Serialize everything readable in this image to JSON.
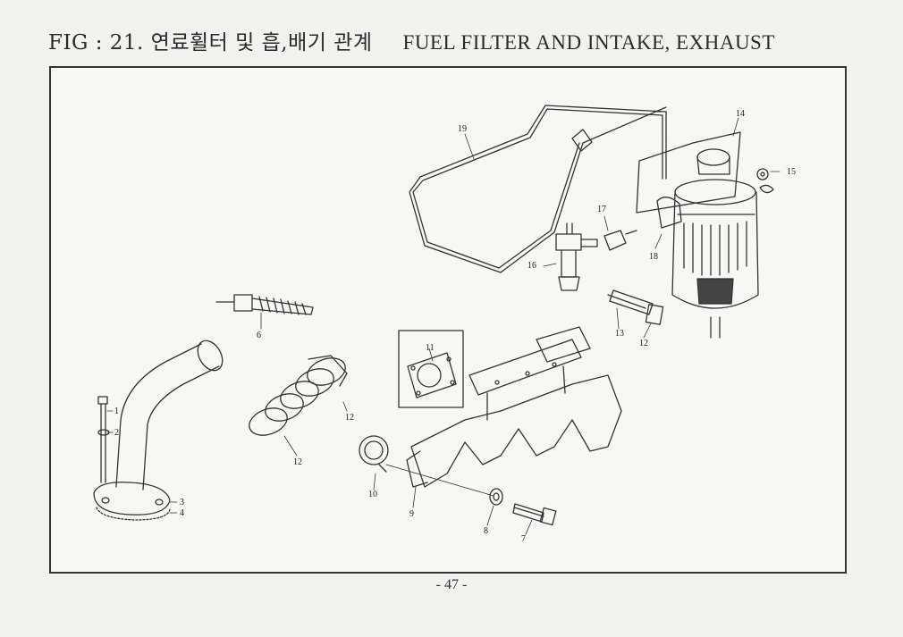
{
  "header": {
    "fig_label": "FIG : 21. 연료휠터 및 흡,배기 관계",
    "fig_title_en": "FUEL FILTER AND INTAKE, EXHAUST"
  },
  "callouts": {
    "c1": "1",
    "c2": "2",
    "c3": "3",
    "c4": "4",
    "c6": "6",
    "c7": "7",
    "c8": "8",
    "c9": "9",
    "c10": "10",
    "c11": "11",
    "c12a": "12",
    "c12b": "12",
    "c12c": "12",
    "c13": "13",
    "c14": "14",
    "c15": "15",
    "c16": "16",
    "c17": "17",
    "c18": "18",
    "c19": "19"
  },
  "footer": {
    "page": "- 47 -"
  }
}
